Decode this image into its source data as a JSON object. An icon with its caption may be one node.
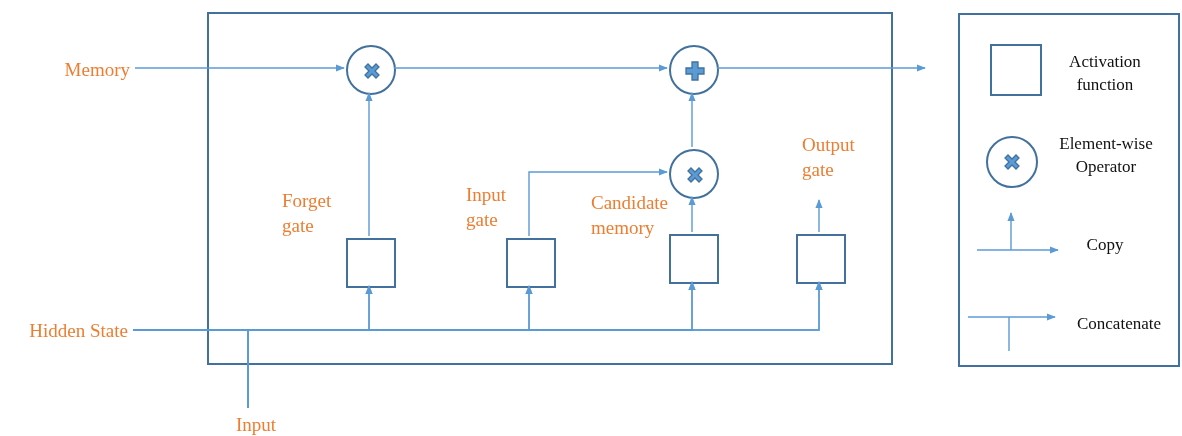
{
  "diagram": {
    "nodes": [
      {
        "text": [],
        "shape": "box"
      },
      {
        "text": [],
        "shape": "box"
      },
      {
        "text": [
          "Memory"
        ]
      },
      {
        "text": [],
        "shape": "circle",
        "in": 0
      },
      {
        "text": [],
        "shape": "circle",
        "in": 0
      },
      {
        "text": [],
        "shape": "circle",
        "in": 0
      },
      {
        "text": [],
        "shape": "box",
        "in": 0,
        "beside": [
          "Forget gate"
        ]
      },
      {
        "text": [],
        "shape": "box",
        "in": 0,
        "beside": [
          "Input gate"
        ]
      },
      {
        "text": [],
        "shape": "box",
        "in": 0,
        "beside": [
          "Candidate memory"
        ]
      },
      {
        "text": [],
        "shape": "box",
        "in": 0,
        "beside": [
          "Output gate"
        ]
      },
      {
        "text": [
          "Hidden State"
        ]
      },
      {
        "text": [
          "Input"
        ]
      }
    ],
    "edges": [
      {
        "from": 2,
        "to": 3,
        "arrow": "to"
      },
      {
        "from": 3,
        "to": 4,
        "arrow": "to"
      },
      {
        "from": 4,
        "to": null,
        "arrow": "to"
      },
      {
        "from": 6,
        "to": 3,
        "arrow": "to"
      },
      {
        "from": 7,
        "to": 5,
        "arrow": "to"
      },
      {
        "from": 8,
        "to": 5,
        "arrow": "to"
      },
      {
        "from": 5,
        "to": 4,
        "arrow": "to"
      },
      {
        "from": 9,
        "to": null,
        "arrow": "to"
      },
      {
        "from": 10,
        "to": 6,
        "arrow": "to"
      },
      {
        "from": 10,
        "to": 7,
        "arrow": "to"
      },
      {
        "from": 10,
        "to": 8,
        "arrow": "to"
      },
      {
        "from": 10,
        "to": 9,
        "arrow": "to"
      },
      {
        "from": 11,
        "to": 6,
        "arrow": "to"
      },
      {
        "from": 11,
        "to": 7,
        "arrow": "to"
      },
      {
        "from": 11,
        "to": 8,
        "arrow": "to"
      },
      {
        "from": 11,
        "to": 9,
        "arrow": "to"
      }
    ],
    "legend": [
      {
        "text": "Activation function"
      },
      {
        "text": "Element-wise Operator"
      },
      {
        "text": "Copy"
      },
      {
        "text": "Concatenate"
      }
    ]
  }
}
